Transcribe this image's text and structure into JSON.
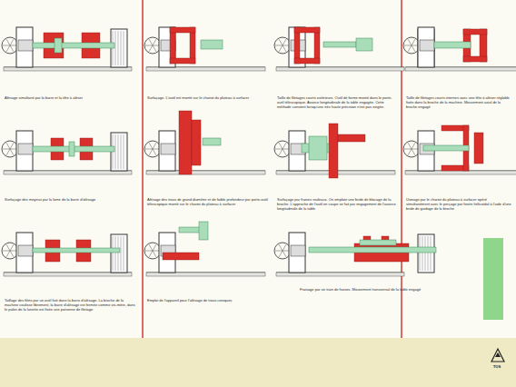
{
  "diagram": {
    "labels": [
      "Alésage simultané par la barre et la tête à aléser",
      "Surfaçage. L'outil est monté sur le chariot du plateau à surfacer",
      "Taille de filetages courts extérieurs. Outil de forme monté dans le porte-outil télescopique. Avance longitudinale de la table engagée. Cette méthode convient lorsqu'une très haute précision n'est pas exigée.",
      "Taille de filetages courts internes avec une tête à aléser réglable fixée dans la broche de la machine. Mouvement axial de la broche engagé",
      "Surfaçage des moyeux par la lame de la barre d'alésage",
      "Alésage des trous de grand diamètre et de faible profondeur par porte-outil télescopique monté sur le chariot du plateau à surfacer",
      "Surfaçage par fraises rouleaux. On emploie une bride de blocage de la broche. L'approche de l'outil en coupe se fait par engagement de l'avance longitudinale de la table",
      "Usinage par le chariot du plateau à surfacer opéré simultanément avec le perçage par forets hélicoïdal à l'aide d'une bride de guidage de la broche",
      "Taillage des filets par un outil fixé dans la barre d'alésage. La broche de la machine coulisse librement, la barre d'alésage est fermée comme vis-mère, dans le palier de la lunette est fixée une patronne de filetage",
      "Emploi de l'appareil pour l'alésage de trous coniques",
      "Fraisage par un train de fraises. Mouvement transversal de la table engagé",
      "TOS"
    ]
  }
}
